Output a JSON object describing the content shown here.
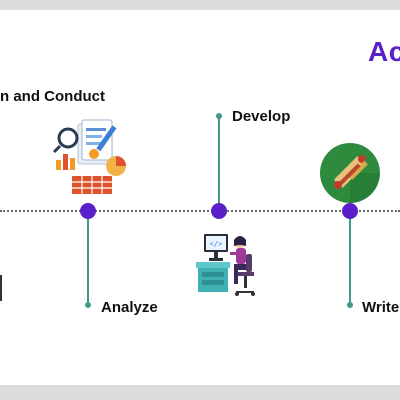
{
  "slide": {
    "title_fragment": "Ac",
    "steps": [
      {
        "label": "n and Conduct",
        "icon": "research-analytics-icon"
      },
      {
        "label": "Analyze",
        "icon": "none"
      },
      {
        "label": "Develop",
        "icon": "developer-at-desk-icon"
      },
      {
        "label": "Write",
        "icon": "scroll-pen-icon"
      }
    ]
  },
  "colors": {
    "accent_purple": "#5b1fc7",
    "connector_teal": "#3e9a8a",
    "icon_green": "#2e8b3e"
  }
}
